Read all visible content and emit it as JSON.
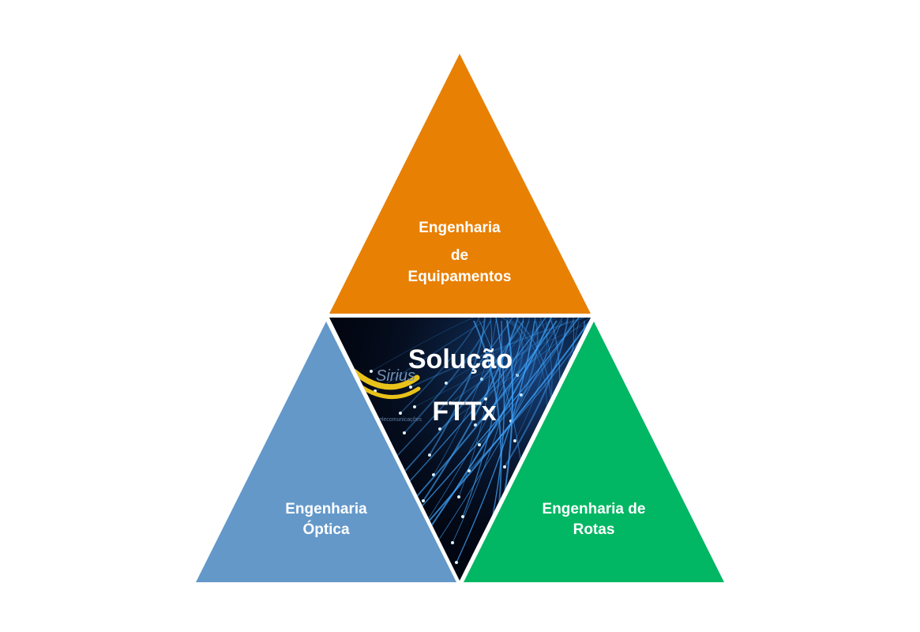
{
  "diagram": {
    "top": {
      "lines": [
        "Engenharia",
        "de",
        "Equipamentos"
      ],
      "color": "#e88004"
    },
    "left": {
      "lines": [
        "Engenharia",
        "Óptica"
      ],
      "color": "#6498c9"
    },
    "right": {
      "lines": [
        "Engenharia de",
        "Rotas"
      ],
      "color": "#02b763"
    },
    "center": {
      "lines": [
        "Solução",
        "FTTx"
      ],
      "background": "#020611",
      "fiber_color": "#3fa6ff",
      "logo_text": "Sirius",
      "logo_subtext": "telecomunicações",
      "logo_color": "#e8c21a"
    }
  }
}
